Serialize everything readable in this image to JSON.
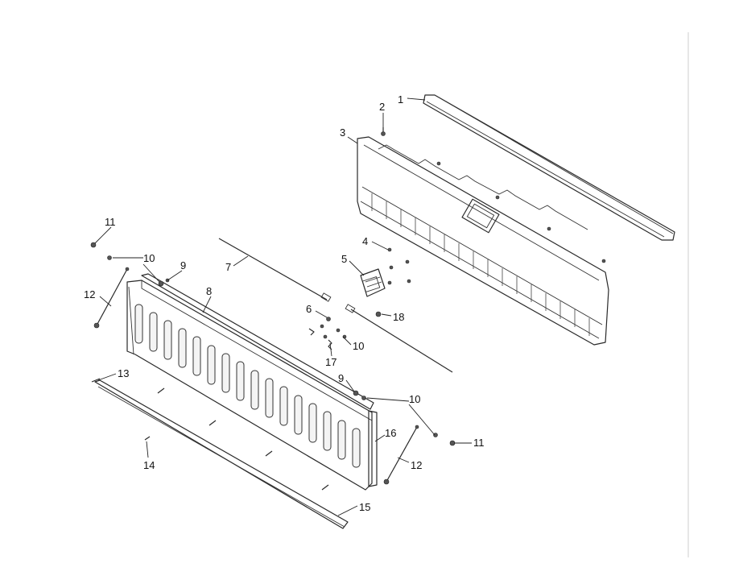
{
  "callouts": [
    {
      "id": "c1",
      "text": "1"
    },
    {
      "id": "c2",
      "text": "2"
    },
    {
      "id": "c3",
      "text": "3"
    },
    {
      "id": "c4",
      "text": "4"
    },
    {
      "id": "c5",
      "text": "5"
    },
    {
      "id": "c6",
      "text": "6"
    },
    {
      "id": "c7",
      "text": "7"
    },
    {
      "id": "c8",
      "text": "8"
    },
    {
      "id": "c9a",
      "text": "9"
    },
    {
      "id": "c9b",
      "text": "9"
    },
    {
      "id": "c10a",
      "text": "10"
    },
    {
      "id": "c10b",
      "text": "10"
    },
    {
      "id": "c10c",
      "text": "10"
    },
    {
      "id": "c11a",
      "text": "11"
    },
    {
      "id": "c11b",
      "text": "11"
    },
    {
      "id": "c12a",
      "text": "12"
    },
    {
      "id": "c12b",
      "text": "12"
    },
    {
      "id": "c13",
      "text": "13"
    },
    {
      "id": "c14",
      "text": "14"
    },
    {
      "id": "c15",
      "text": "15"
    },
    {
      "id": "c16",
      "text": "16"
    },
    {
      "id": "c17",
      "text": "17"
    },
    {
      "id": "c18",
      "text": "18"
    }
  ]
}
